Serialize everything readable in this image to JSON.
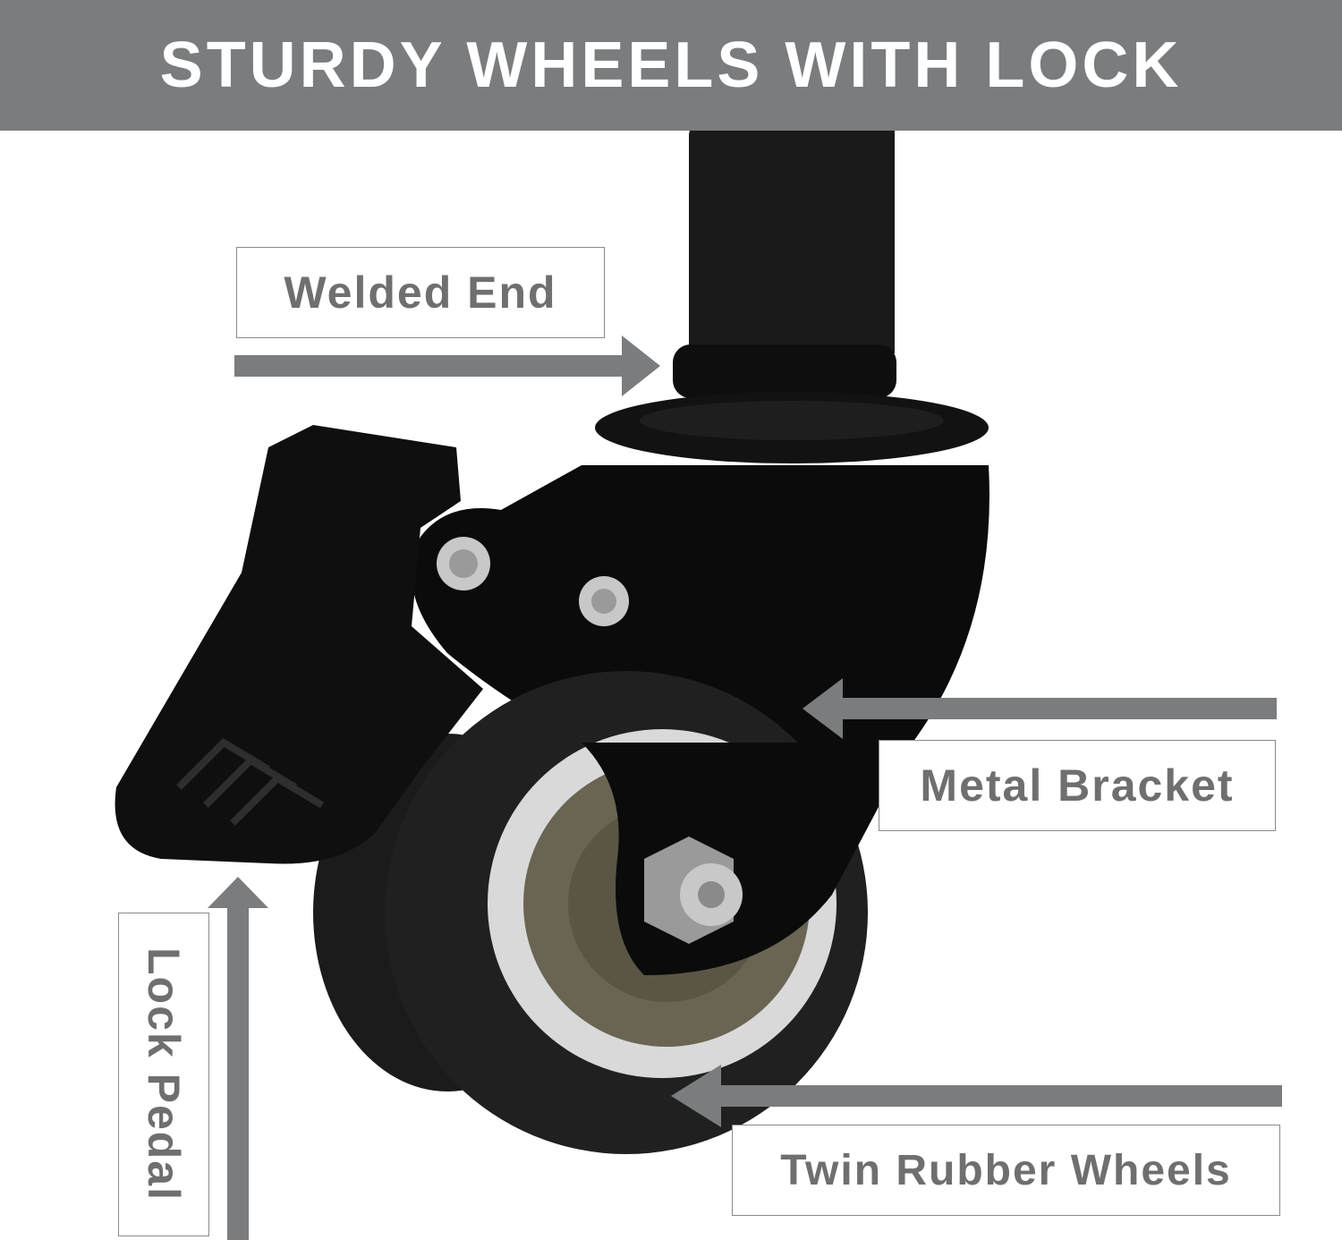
{
  "banner": {
    "title": "STURDY WHEELS WITH LOCK",
    "background": "#7a7c7d",
    "text_color": "#ffffff"
  },
  "labels": {
    "welded_end": "Welded End",
    "metal_bracket": "Metal Bracket",
    "twin_rubber_wheels": "Twin Rubber Wheels",
    "lock_pedal": "Lock Pedal"
  },
  "colors": {
    "arrow": "#7a7c7d",
    "label_text": "#6f6f6f",
    "caster": "#111111"
  }
}
